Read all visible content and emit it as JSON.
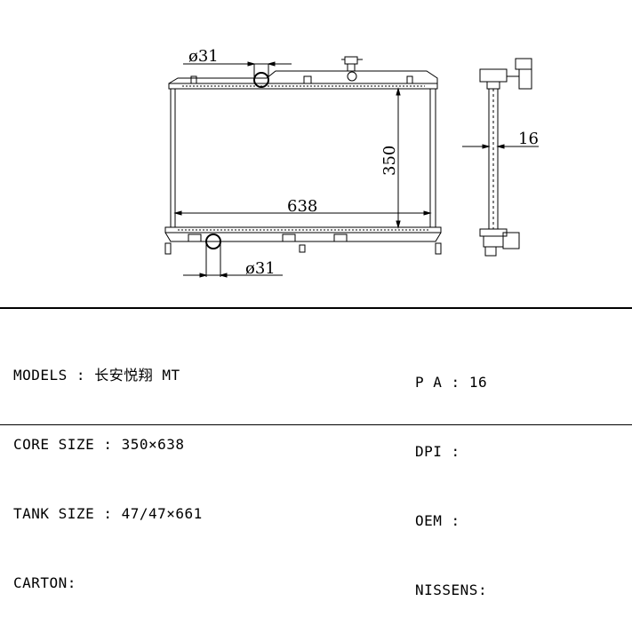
{
  "drawing": {
    "dims": {
      "upper_pipe": "ø31",
      "lower_pipe": "ø31",
      "core_height": "350",
      "core_width": "638",
      "core_thickness": "16"
    }
  },
  "specs": {
    "left": [
      {
        "label": "MODELS",
        "sep": " : ",
        "value": "长安悦翔 MT"
      },
      {
        "label": "CORE SIZE",
        "sep": " : ",
        "value": "350×638"
      },
      {
        "label": "TANK SIZE",
        "sep": " : ",
        "value": "47/47×661"
      },
      {
        "label": "CARTON",
        "sep": ":",
        "value": ""
      }
    ],
    "right": [
      {
        "label": "P A",
        "sep": " : ",
        "value": "16"
      },
      {
        "label": "DPI",
        "sep": " : ",
        "value": ""
      },
      {
        "label": "OEM",
        "sep": " : ",
        "value": ""
      },
      {
        "label": "NISSENS",
        "sep": ":",
        "value": ""
      }
    ]
  }
}
